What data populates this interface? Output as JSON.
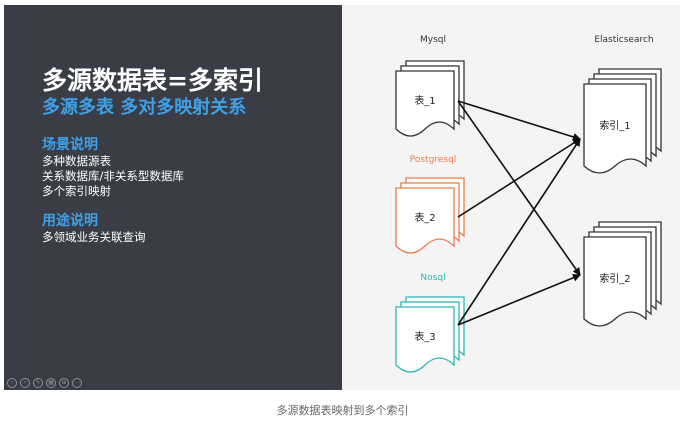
{
  "slide": {
    "title": "多源数据表=多索引",
    "subtitle": "多源多表 多对多映射关系",
    "sections": [
      {
        "heading": "场景说明",
        "items": [
          "多种数据源表",
          "关系数据库/非关系型数据库",
          "多个索引映射"
        ]
      },
      {
        "heading": "用途说明",
        "items": [
          "多领域业务关联查询"
        ]
      }
    ]
  },
  "diagram": {
    "sources": [
      {
        "label": "Mysql",
        "table": "表_1",
        "color": "#333333"
      },
      {
        "label": "Postgresql",
        "table": "表_2",
        "color": "#ee7a4c"
      },
      {
        "label": "Nosql",
        "table": "表_3",
        "color": "#2bb8b0"
      }
    ],
    "target": {
      "label": "Elasticsearch",
      "indexes": [
        "索引_1",
        "索引_2"
      ],
      "color": "#333333"
    },
    "mappings": [
      {
        "from": 0,
        "to": 0
      },
      {
        "from": 0,
        "to": 1
      },
      {
        "from": 1,
        "to": 0
      },
      {
        "from": 2,
        "to": 0
      },
      {
        "from": 2,
        "to": 1
      }
    ]
  },
  "player": {
    "controls": [
      "prev-icon",
      "next-icon",
      "pen-icon",
      "grid-icon",
      "zoom-icon",
      "menu-icon"
    ]
  },
  "caption": "多源数据表映射到多个索引",
  "colors": {
    "panel": "#3a3d45",
    "accent": "#3fa0e8",
    "slide_bg": "#f4f4f4"
  }
}
